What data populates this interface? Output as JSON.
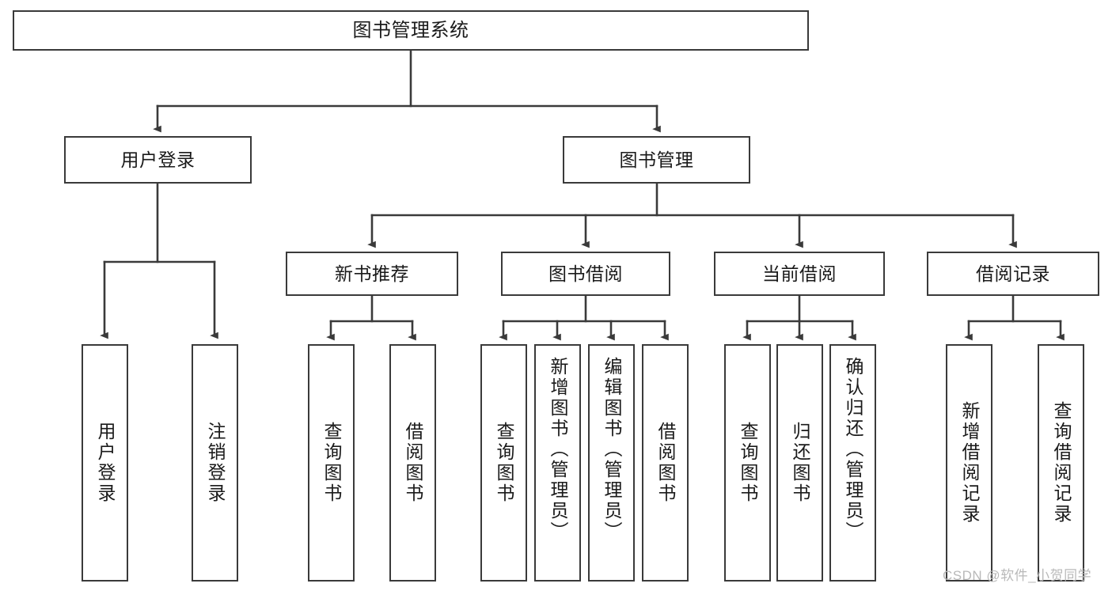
{
  "diagram": {
    "type": "tree-hierarchy",
    "title": "图书管理系统",
    "root": {
      "label": "图书管理系统"
    },
    "level2": [
      {
        "label": "用户登录"
      },
      {
        "label": "图书管理"
      }
    ],
    "level3": [
      {
        "label": "新书推荐"
      },
      {
        "label": "图书借阅"
      },
      {
        "label": "当前借阅"
      },
      {
        "label": "借阅记录"
      }
    ],
    "leaves": [
      {
        "label": "用户登录",
        "parent": "用户登录"
      },
      {
        "label": "注销登录",
        "parent": "用户登录"
      },
      {
        "label": "查询图书",
        "parent": "新书推荐"
      },
      {
        "label": "借阅图书",
        "parent": "新书推荐"
      },
      {
        "label": "查询图书",
        "parent": "图书借阅"
      },
      {
        "label": "新增图书（管理员）",
        "parent": "图书借阅"
      },
      {
        "label": "编辑图书（管理员）",
        "parent": "图书借阅"
      },
      {
        "label": "借阅图书",
        "parent": "图书借阅"
      },
      {
        "label": "查询图书",
        "parent": "当前借阅"
      },
      {
        "label": "归还图书",
        "parent": "当前借阅"
      },
      {
        "label": "确认归还（管理员）",
        "parent": "当前借阅"
      },
      {
        "label": "新增借阅记录",
        "parent": "借阅记录"
      },
      {
        "label": "查询借阅记录",
        "parent": "借阅记录"
      }
    ],
    "colors": {
      "stroke": "#3a3a3a",
      "background": "#ffffff",
      "text": "#1a1a1a",
      "watermark": "#b9b9b9"
    }
  },
  "watermark": {
    "text": "CSDN @软件_小贺同学"
  }
}
